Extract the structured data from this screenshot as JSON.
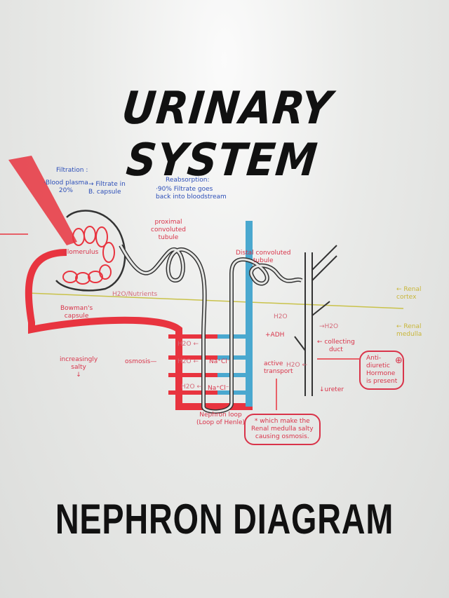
{
  "title_top": "URINARY SYSTEM",
  "title_bottom": "NEPHRON DIAGRAM",
  "labels": {
    "filtration": "Filtration :",
    "blood_plasma": "·Blood plasma\n20%",
    "filtrate": "→ Filtrate in\nB. capsule",
    "reabsorption": "Reabsorption:",
    "reabsorption_detail": "·90% Filtrate goes\nback into bloodstream",
    "proximal": "proximal\nconvoluted\ntubule",
    "glomerulus": "glomerulus",
    "bowmans": "Bowman's\ncapsule",
    "h2o_nutrients": "H2O/Nutrients",
    "distal": "Distal convoluted\ntubule",
    "renal_cortex": "← Renal\ncortex",
    "renal_medulla": "← Renal\nmedulla",
    "h2o_a": "H2O",
    "h2o_b": "→H2O",
    "adh": "+ADH",
    "collecting_duct": "← collecting\nduct",
    "increasingly_salty": "increasingly\nsalty\n↓",
    "osmosis": "osmosis—",
    "h2o_1": "H2O ←",
    "h2o_2": "H2O ←",
    "h2o_3": "H2O ←",
    "nacl_1": "Na⁺Cl⁻",
    "nacl_2": "Na⁺Cl⁻",
    "active_transport": "active\ntransport",
    "h2o_c": "H2O ←",
    "adh_present": "Anti-\ndiuretic\nHormone\nis present",
    "plus": "⊕",
    "ureter": "↓ureter",
    "nephron_loop": "Nephron loop\n(Loop of Henle)",
    "salty_note": "* which make the\nRenal medulla salty\ncausing osmosis."
  },
  "colors": {
    "blood": "#e8343f",
    "vessel_blue": "#4aa8cf",
    "tubule": "#333333",
    "boundary": "#c9c24a"
  }
}
